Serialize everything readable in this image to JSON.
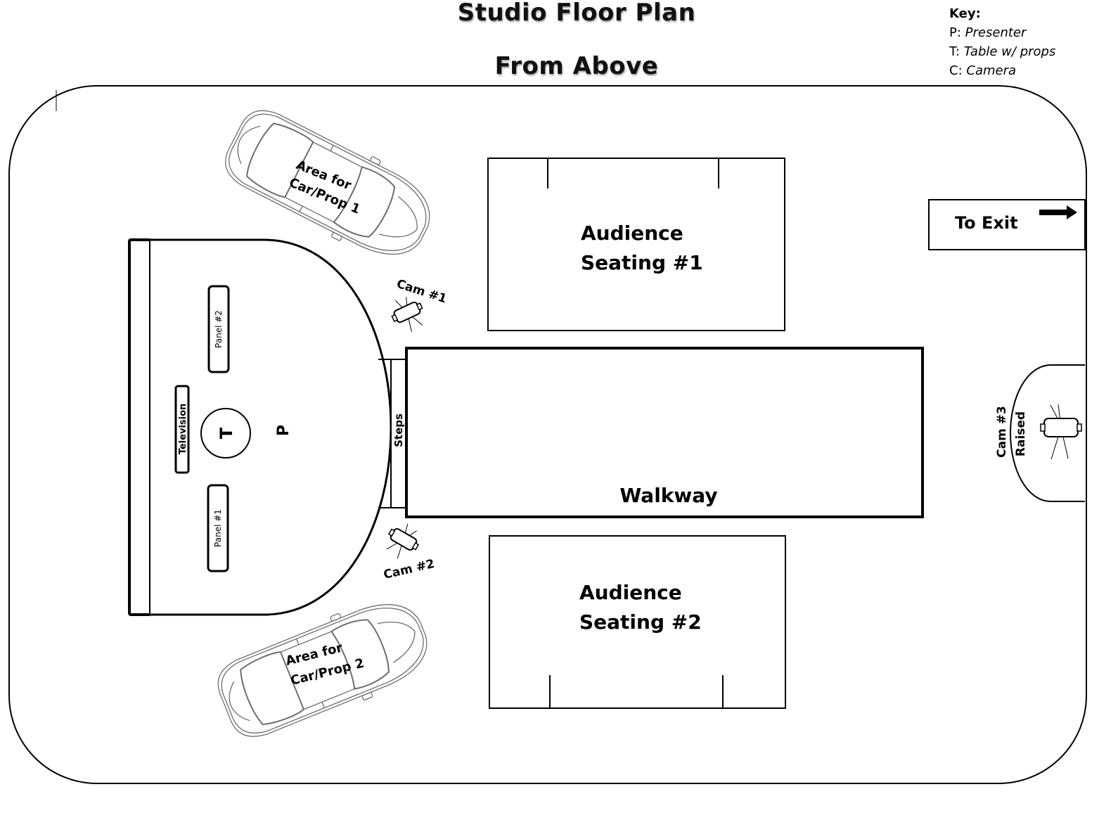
{
  "title": "Studio Floor Plan",
  "subtitle": "From Above",
  "key": {
    "heading": "Key:",
    "items": [
      {
        "letter": "P:",
        "meaning": "Presenter"
      },
      {
        "letter": "T:",
        "meaning": "Table w/ props"
      },
      {
        "letter": "C:",
        "meaning": "Camera"
      }
    ]
  },
  "areas": {
    "car_prop_1": [
      "Area for",
      "Car/Prop 1"
    ],
    "car_prop_2": [
      "Area for",
      "Car/Prop 2"
    ],
    "seating_1": [
      "Audience",
      "Seating #1"
    ],
    "seating_2": [
      "Audience",
      "Seating #2"
    ],
    "walkway": "Walkway",
    "steps": "Steps",
    "exit": "To Exit"
  },
  "stage": {
    "television": "Television",
    "panel_1": "Panel #1",
    "panel_2": "Panel #2",
    "table": "T",
    "presenter": "P"
  },
  "cameras": {
    "cam_1": "Cam #1",
    "cam_2": "Cam #2",
    "cam_3": [
      "Cam #3",
      "Raised"
    ]
  }
}
